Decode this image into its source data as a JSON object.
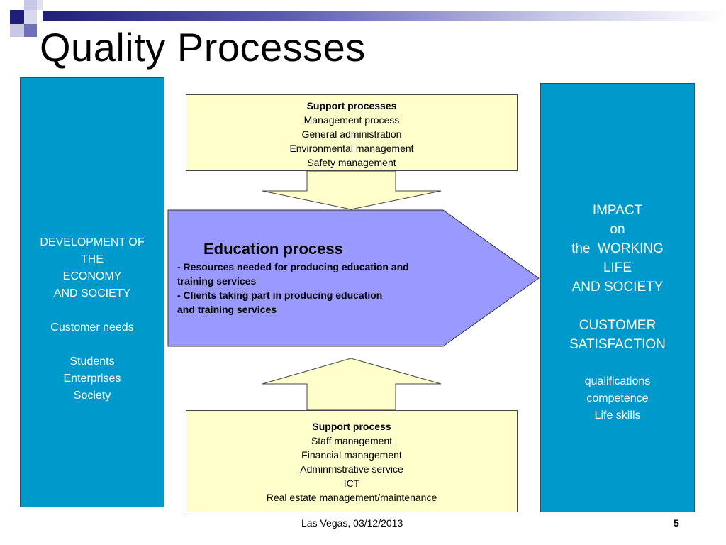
{
  "slide": {
    "title": "Quality Processes",
    "footer_text": "Las Vegas, 03/12/2013",
    "page_number": "5"
  },
  "colors": {
    "blue_box": "#0099cc",
    "education_arrow": "#9999ff",
    "support_box": "#ffffcc",
    "title_bar_dark": "#1f1f7a"
  },
  "left_box": {
    "lines": [
      "DEVELOPMENT OF",
      "THE",
      "ECONOMY",
      "AND SOCIETY",
      "",
      "Customer needs",
      "",
      "Students",
      "Enterprises",
      "Society"
    ]
  },
  "right_box": {
    "impact_lines": [
      "IMPACT",
      "on",
      "the  WORKING",
      "LIFE",
      "AND SOCIETY",
      "",
      "CUSTOMER",
      "SATISFACTION"
    ],
    "detail_lines": [
      "qualifications",
      "competence",
      "Life skills"
    ]
  },
  "top_support": {
    "heading": "Support processes",
    "items": [
      "Management process",
      "General administration",
      "Environmental management",
      "Safety management"
    ]
  },
  "bottom_support": {
    "heading": "Support process",
    "items": [
      "Staff management",
      "Financial management",
      "Adminrristrative service",
      "ICT",
      "Real estate management/maintenance"
    ]
  },
  "education": {
    "title": "Education process",
    "lines": [
      "- Resources needed for producing education and",
      "training services",
      "- Clients taking part in producing education",
      "and training services"
    ]
  }
}
